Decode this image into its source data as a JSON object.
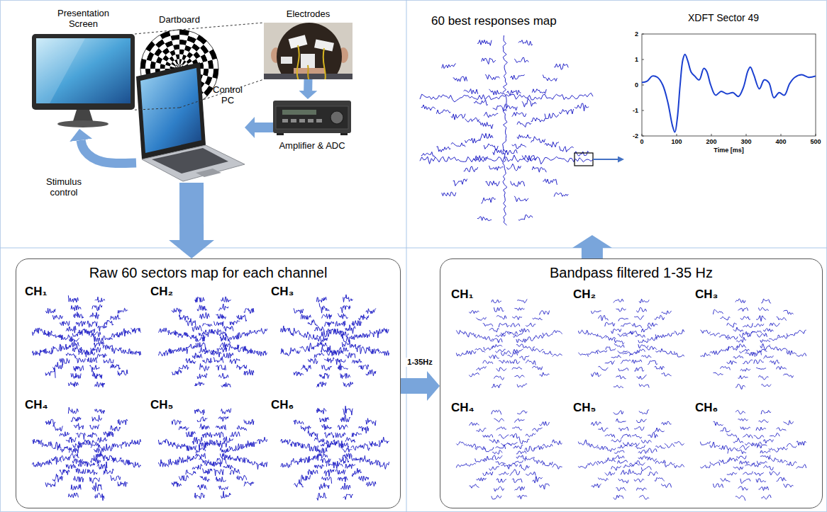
{
  "diagram": {
    "nodes": [
      {
        "text": [
          "Presentation Screen"
        ]
      },
      {
        "text": [
          "Dartboard"
        ]
      },
      {
        "text": [
          "Electrodes"
        ]
      },
      {
        "text": [
          "Control PC"
        ]
      },
      {
        "text": [
          "Amplifier & ADC"
        ]
      },
      {
        "text": [
          "60 best responses map"
        ]
      },
      {
        "text": [
          "XDFT Sector 49"
        ]
      },
      {
        "text": [
          "Raw 60 sectors map for each channel"
        ]
      },
      {
        "text": [
          "Bandpass filtered 1-35 Hz"
        ]
      }
    ],
    "edges": [
      {
        "from": 2,
        "to": 4,
        "arrow": "to"
      },
      {
        "from": 4,
        "to": 3,
        "arrow": "to"
      },
      {
        "from": 3,
        "to": 0,
        "label": "Stimulus control",
        "arrow": "to"
      },
      {
        "from": 3,
        "to": 7,
        "arrow": "to"
      },
      {
        "from": 7,
        "to": 8,
        "label": "1-35Hz",
        "arrow": "to"
      },
      {
        "from": 8,
        "to": 5,
        "arrow": "to"
      },
      {
        "from": 5,
        "to": 6,
        "arrow": "to"
      },
      {
        "from": 0,
        "to": 1,
        "arrow": "none"
      },
      {
        "from": 1,
        "to": 2,
        "arrow": "none"
      }
    ],
    "labels": [
      "CH₁",
      "CH₂",
      "CH₃",
      "CH₄",
      "CH₅",
      "CH₆",
      "CH₁",
      "CH₂",
      "CH₃",
      "CH₄",
      "CH₅",
      "CH₆",
      "2",
      "1",
      "0",
      "-1",
      "-2",
      "0",
      "100",
      "200",
      "300",
      "400",
      "500",
      "Time [ms]"
    ]
  }
}
